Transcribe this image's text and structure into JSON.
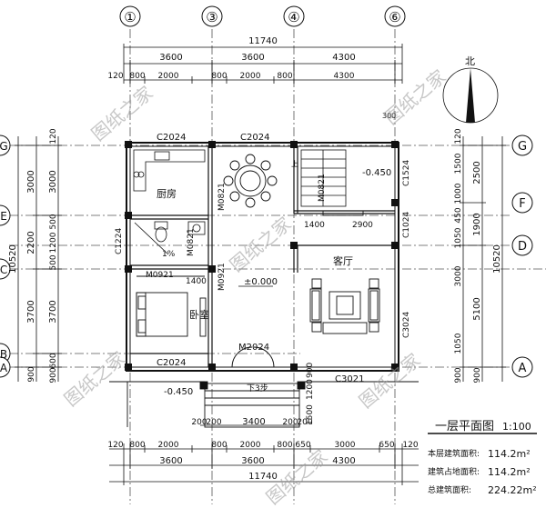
{
  "axes": {
    "top": [
      "①",
      "③",
      "④",
      "⑥"
    ],
    "right": [
      "G",
      "F",
      "D",
      "A"
    ],
    "left": [
      "G",
      "E",
      "C",
      "B",
      "A"
    ]
  },
  "dims_top": {
    "overall": "11740",
    "row1": [
      "3600",
      "3600",
      "4300"
    ],
    "row2": [
      "120",
      "800",
      "2000",
      "800",
      "2000",
      "800",
      "4300"
    ]
  },
  "dims_bottom": {
    "row1": [
      "120",
      "800",
      "2000",
      "800",
      "2000",
      "800",
      "650",
      "3000",
      "650",
      "120"
    ],
    "row2": [
      "3600",
      "3600",
      "4300"
    ],
    "overall": "11740",
    "entry": [
      "200",
      "200",
      "3400",
      "200",
      "200"
    ]
  },
  "dims_left": {
    "overall": "10520",
    "col1": [
      "3000",
      "2200",
      "3700",
      "900"
    ],
    "col2": [
      "120",
      "3000",
      "500",
      "1200",
      "500",
      "3700",
      "600",
      "900"
    ]
  },
  "dims_right": {
    "overall": "10520",
    "col1": [
      "2500",
      "1900",
      "5100",
      "900"
    ],
    "col2": [
      "120",
      "1500",
      "1000",
      "450",
      "1050",
      "3000",
      "1050",
      "900"
    ]
  },
  "windows": {
    "c2024_kitchen": "C2024",
    "c2024_dining": "C2024",
    "c1524": "C1524",
    "c1024": "C1024",
    "c1224": "C1224",
    "c3024": "C3024",
    "c2024_bed": "C2024",
    "c3021": "C3021"
  },
  "doors": {
    "m0821_a": "M0821",
    "m0821_b": "M0821",
    "m0821_c": "M0821",
    "m0921_a": "M0921",
    "m0921_b": "M0921",
    "m2024": "M2024"
  },
  "rooms": {
    "kitchen": "厨房",
    "living": "客厅",
    "bedroom": "卧室",
    "slope": "1%"
  },
  "misc": {
    "level_0": "±0.000",
    "level_neg": "-0.450",
    "level_neg2": "-0.450",
    "steps": "下3步",
    "up": "上",
    "dim_1400": "1400",
    "dim_1400b": "1400",
    "dim_2900": "2900",
    "dim_1200": "1200",
    "note_300": "300",
    "north": "北",
    "dim_900": "900",
    "dim_1500": "1500"
  },
  "title": {
    "name": "一层平面图",
    "scale": "1:100"
  },
  "areas": [
    {
      "label": "本层建筑面积:",
      "value": "114.2m²"
    },
    {
      "label": "建筑占地面积:",
      "value": "114.2m²"
    },
    {
      "label": "总建筑面积:",
      "value": "224.22m²"
    }
  ],
  "watermark": "图纸之家"
}
